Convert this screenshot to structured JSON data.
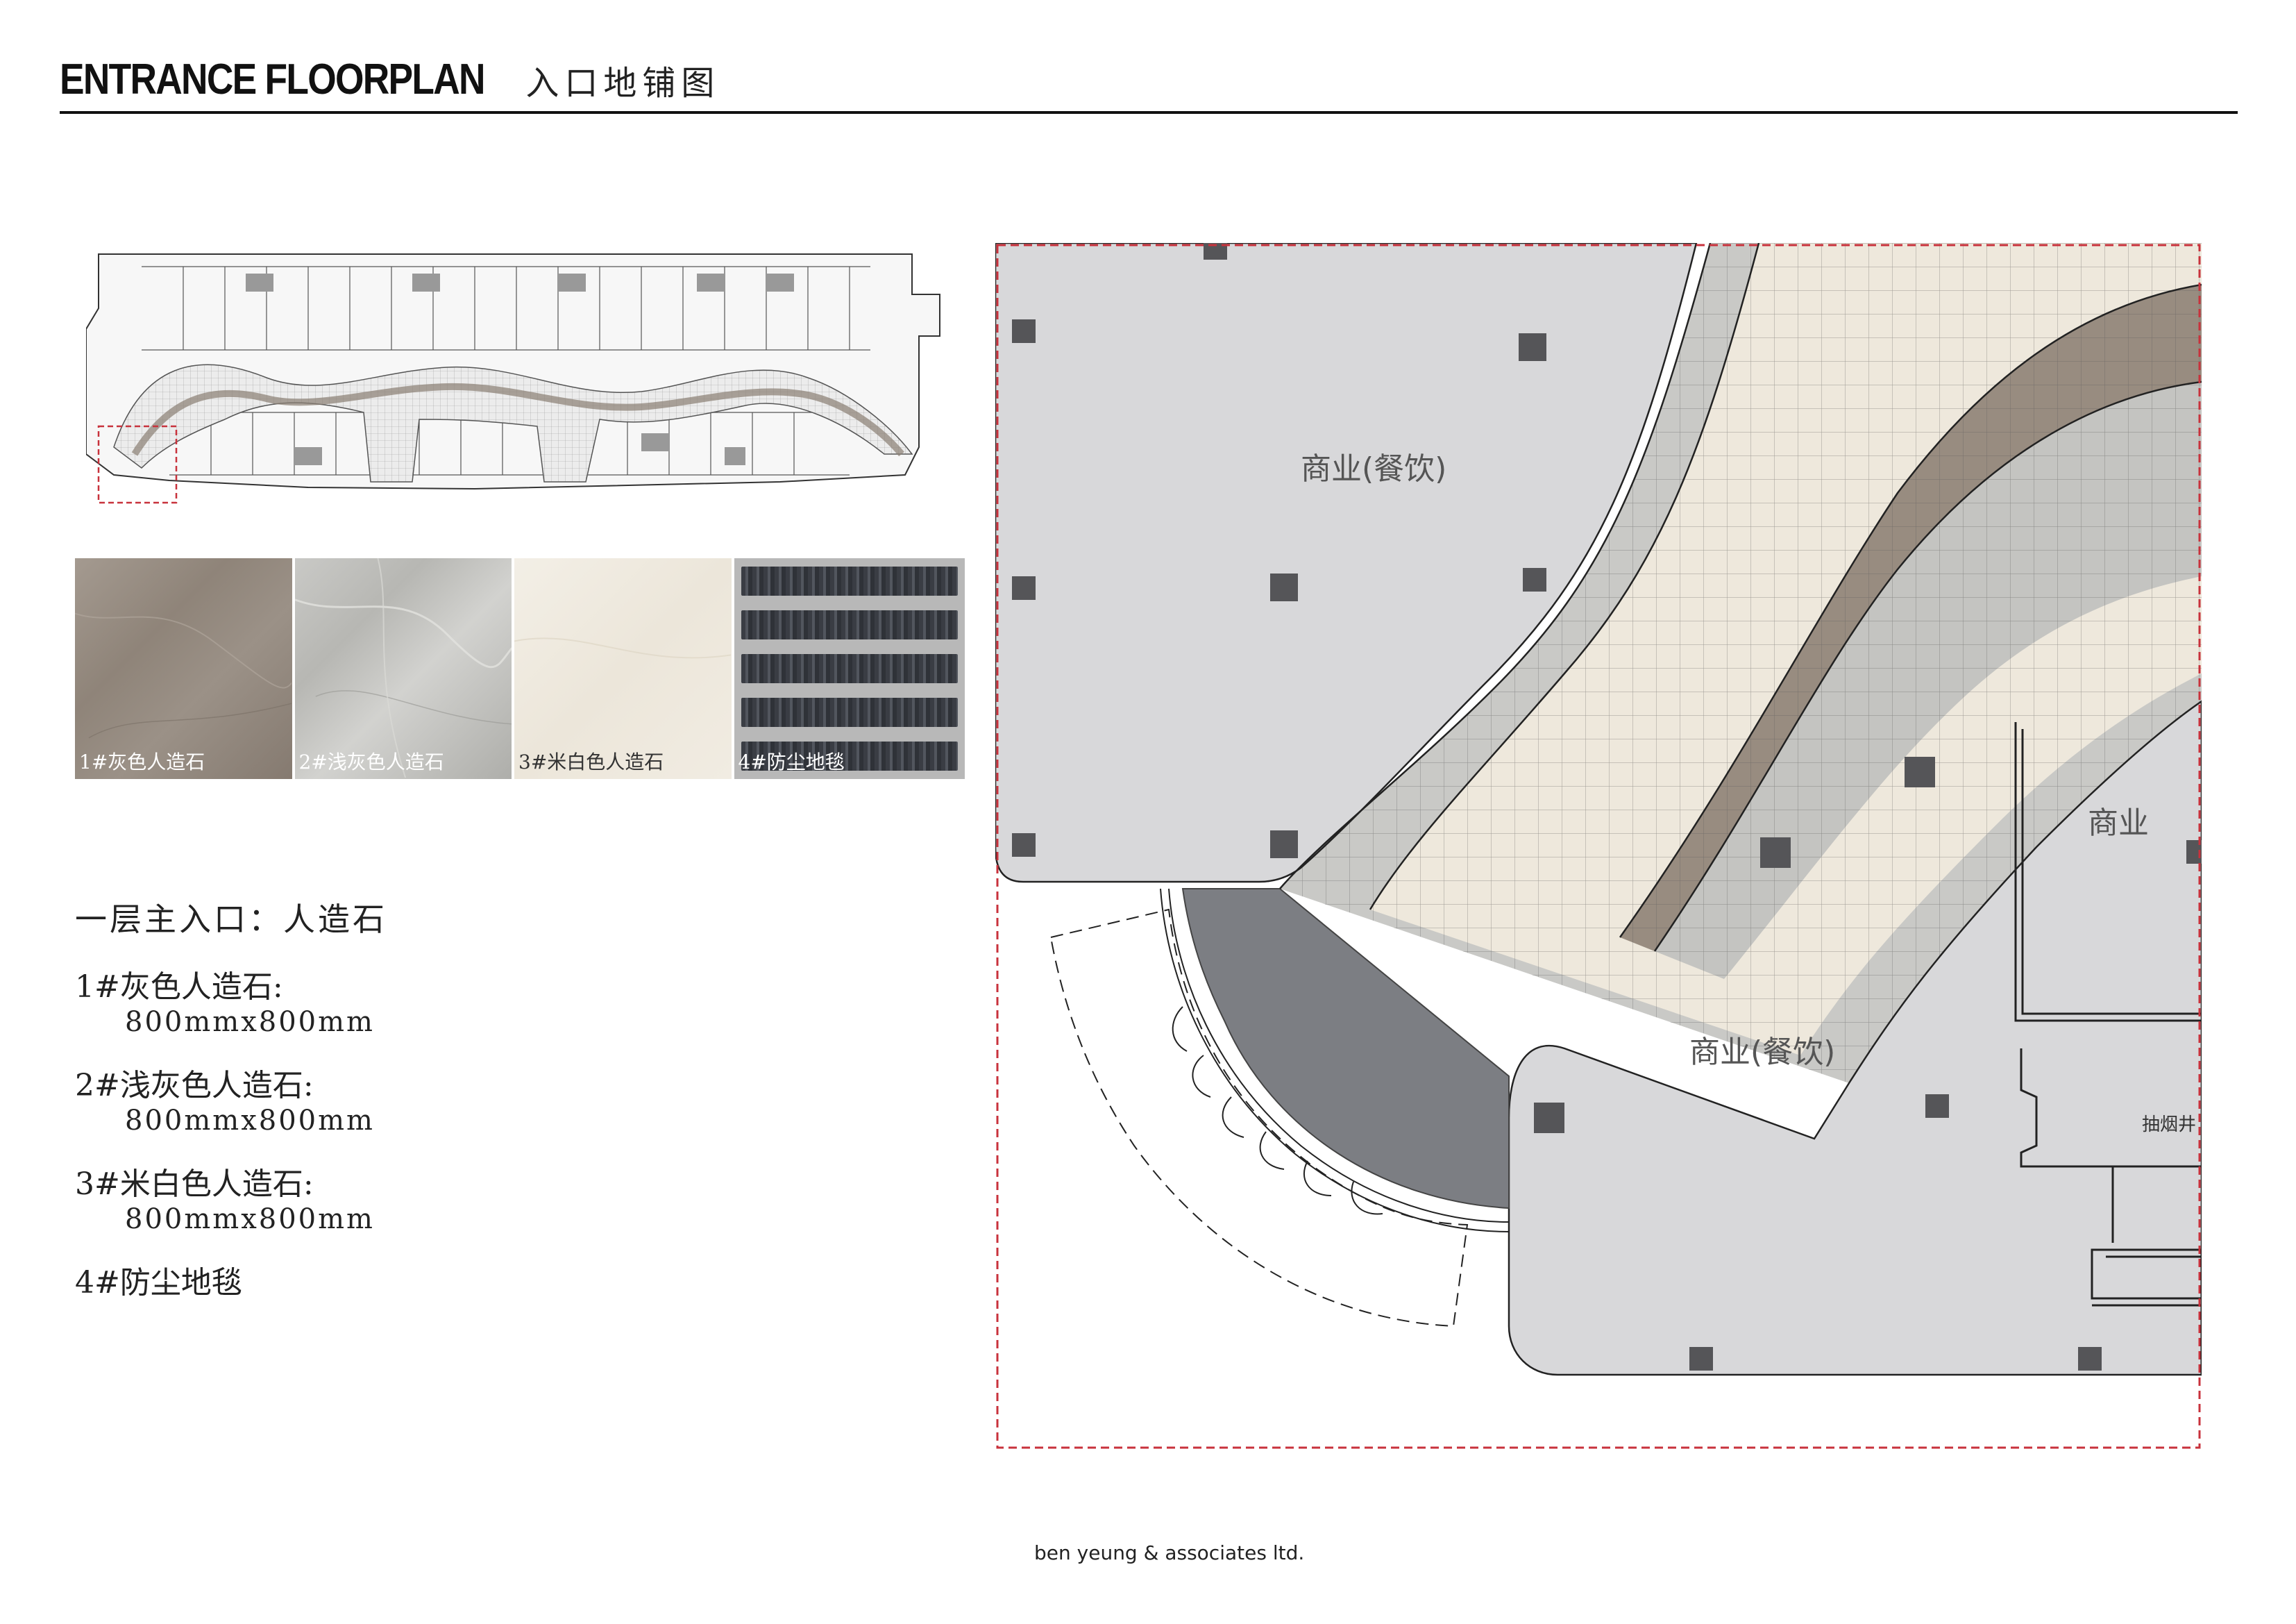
{
  "header": {
    "title_en": "ENTRANCE  FLOORPLAN",
    "title_cn": "入口地铺图"
  },
  "swatches": [
    {
      "label": "1#灰色人造石",
      "color": "#968b80"
    },
    {
      "label": "2#浅灰色人造石",
      "color": "#c2c2be"
    },
    {
      "label": "3#米白色人造石",
      "color": "#efe9de"
    },
    {
      "label": "4#防尘地毯",
      "color": "#44474e"
    }
  ],
  "legend": {
    "heading": "一层主入口：人造石",
    "items": [
      {
        "name": "1#灰色人造石:",
        "size": "800mmx800mm"
      },
      {
        "name": "2#浅灰色人造石:",
        "size": "800mmx800mm"
      },
      {
        "name": "3#米白色人造石:",
        "size": "800mmx800mm"
      },
      {
        "name": "4#防尘地毯",
        "size": ""
      }
    ]
  },
  "plan_labels": {
    "zone_top_left": "商业(餐饮)",
    "zone_right": "商业",
    "zone_bottom": "商业(餐饮)",
    "zone_small": "抽烟井"
  },
  "footer": "ben yeung & associates ltd."
}
